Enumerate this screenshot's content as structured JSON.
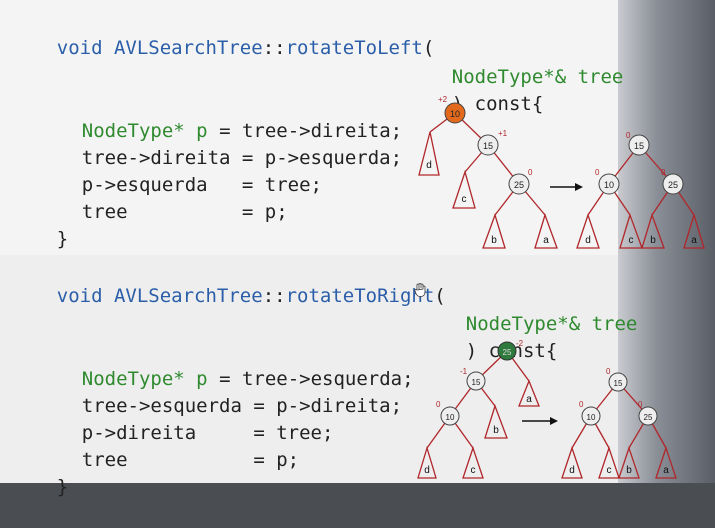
{
  "slide": {
    "left_code": {
      "title": "void AVLSearchTree::rotateToLeft(",
      "param": "NodeType*& tree",
      "close": ") const{",
      "lines": [
        "NodeType* p = tree->direita;",
        "tree->direita = p->esquerda;",
        "p->esquerda   = tree;",
        "tree          = p;"
      ],
      "end": "}"
    },
    "right_code": {
      "title": "void AVLSearchTree::rotateToRight(",
      "param": "NodeType*& tree",
      "close": ") const{",
      "lines": [
        "NodeType* p = tree->esquerda;",
        "tree->esquerda = p->direita;",
        "p->direita     = tree;",
        "tree           = p;"
      ],
      "end": "}"
    },
    "left_diagram": {
      "before": {
        "root": "10",
        "root_bf": "+2",
        "mid": "15",
        "mid_bf": "+1",
        "low": "25",
        "low_bf": "0",
        "subtrees": [
          "d",
          "c",
          "b",
          "a"
        ]
      },
      "after": {
        "root": "15",
        "root_bf": "0",
        "left": "10",
        "left_bf": "0",
        "right": "25",
        "right_bf": "0",
        "subtrees": [
          "d",
          "c",
          "b",
          "a"
        ]
      }
    },
    "right_diagram": {
      "before": {
        "root": "25",
        "root_bf": "-2",
        "mid": "15",
        "mid_bf": "-1",
        "low": "10",
        "low_bf": "0",
        "subtrees": [
          "a",
          "b",
          "c",
          "d"
        ]
      },
      "after": {
        "root": "15",
        "root_bf": "0",
        "left": "10",
        "left_bf": "0",
        "right": "25",
        "right_bf": "0",
        "subtrees": [
          "d",
          "c",
          "b",
          "a"
        ]
      }
    }
  },
  "colors": {
    "keyword": "#2a5ea8",
    "type": "#2f8a2f",
    "tree_red": "#b0272b",
    "node_orange": "#e36a1c",
    "node_green": "#2e7a3c"
  }
}
